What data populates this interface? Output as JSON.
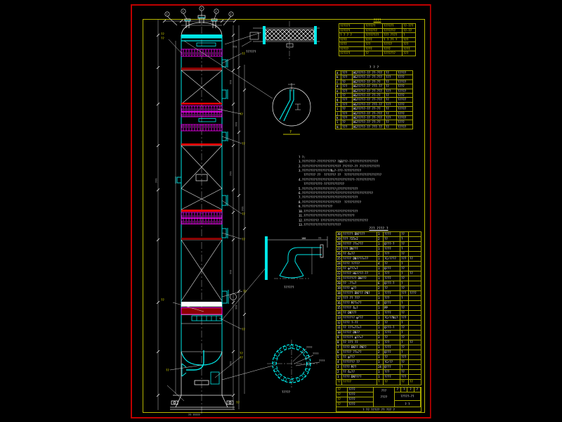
{
  "colors": {
    "bg": "#000000",
    "frame_outer": "#bf0000",
    "frame_inner": "#b5b500",
    "cyan": "#00e8e8",
    "magenta": "#ff00ff",
    "red": "#ff0000",
    "dark_red": "#8b0000",
    "white": "#ffffff",
    "yellow": "#ffff00"
  },
  "marks": {
    "dim": "???",
    "callout": "??",
    "nozzle": "?"
  },
  "spec_table": {
    "title": "????",
    "rows": [
      [
        "??????",
        "??????",
        "??????",
        "??-???"
      ],
      [
        "??????",
        "???????",
        "???????",
        "??-??"
      ],
      [
        "? ? ? ?",
        "????????",
        "??? ????",
        "?"
      ],
      [
        "????",
        "????",
        "? ? ?? ?",
        "???"
      ],
      [
        "????",
        "???",
        "?????",
        "???"
      ],
      [
        "?????",
        "????",
        "????",
        "????"
      ],
      [
        "??????",
        "??",
        "???????",
        "???"
      ]
    ]
  },
  "nozzle_table": {
    "title": "? ? ?",
    "rows": [
      [
        "a",
        "???",
        "HG?????-?? ??-???",
        "??",
        "?????"
      ],
      [
        "b",
        "???",
        "HG?????-?? ??-???",
        "???",
        "????"
      ],
      [
        "c",
        "??",
        "HG?????-?? ??-??",
        "??",
        "?????"
      ],
      [
        "d",
        "???",
        "HG?????-?? ???-??",
        "??",
        "????"
      ],
      [
        "e",
        "???",
        "HG?????-?? ??-???",
        "???",
        "?????"
      ],
      [
        "f",
        "??",
        "HG?????-?? ??-??",
        "??",
        "????"
      ],
      [
        "g",
        "???",
        "HG?????-?? ??-???",
        "??",
        "?????"
      ],
      [
        "h",
        "???",
        "HG?????-?? ???-??",
        "???",
        "????"
      ],
      [
        "i",
        "??",
        "HG?????-?? ??-??",
        "??",
        "?????"
      ],
      [
        "j",
        "???",
        "HG?????-?? ??-???",
        "??",
        "????"
      ],
      [
        "k",
        "???",
        "HG?????-?? ??-???",
        "???",
        "?????"
      ],
      [
        "l",
        "??",
        "HG?????-?? ??-??",
        "??",
        "????"
      ],
      [
        "m",
        "???",
        "HG?????-?? ???-??",
        "??",
        "?????"
      ]
    ]
  },
  "notes": {
    "lines": [
      "? ?:",
      "1.????????-??????????? ?GB???-?????????????????",
      "2.??????????????????????? ??????-?? ????????????",
      "3.?????????????????R=?-???-??????????",
      "   ??????? ??  ??????? ??  ??????????????????????",
      "4.???????????????????????????????-???????????",
      "   ???????????-????????????",
      "5.??????/?????????????|????????????",
      "6.??????????????????????????????????????????",
      "7.?????????????????????????????????",
      "8.???????????????????????  ??????????",
      "9.??????????????????",
      "10.????????????????????????????????",
      "11.??????????????????????/???????",
      "12.????????? ????????????????????????????",
      "13.??????????????????????"
    ]
  },
  "bom": {
    "title": "??? ???? ?",
    "header": [
      "??",
      "?????",
      "?",
      "??",
      "??",
      "??"
    ],
    "rows": [
      [
        "30",
        "?????? DN????",
        "1",
        "????",
        "??",
        ""
      ],
      [
        "29",
        "??? ?25×2",
        "2",
        "??",
        "?",
        ""
      ],
      [
        "28",
        "????? ??×???",
        "1",
        "Q???-?",
        "??",
        ""
      ],
      [
        "27",
        "??? DN???",
        "1",
        "????",
        "?",
        ""
      ],
      [
        "26",
        "?? δ=??",
        "2",
        "???",
        "??",
        ""
      ],
      [
        "25",
        "????? DN????×??",
        "1",
        "?Cr????",
        "???",
        "??"
      ],
      [
        "24",
        "???? ?????",
        "4",
        "??",
        "?",
        ""
      ],
      [
        "23",
        "?? φ???×?",
        "1",
        "Q???",
        "??",
        ""
      ],
      [
        "22",
        "????? HG????-??",
        "1",
        "???",
        "?",
        "??"
      ],
      [
        "21",
        "???????? DN???",
        "1",
        "????",
        "??",
        ""
      ],
      [
        "20",
        "?? -??×?",
        "6",
        "Q???-?",
        "?",
        ""
      ],
      [
        "19",
        "???? φ??",
        "2",
        "??",
        "??",
        ""
      ],
      [
        "18",
        "?????? DN??? PN?",
        "1",
        "????",
        "???",
        "????"
      ],
      [
        "17",
        "??? ?? ???",
        "1",
        "???",
        "?",
        ""
      ],
      [
        "16",
        "???? M??×??",
        "8",
        "Q???",
        "?",
        ""
      ],
      [
        "15",
        "????? δ=?",
        "1",
        "PP",
        "??",
        ""
      ],
      [
        "14",
        "?? DN???",
        "1",
        "????",
        "??",
        ""
      ],
      [
        "13",
        "??????? φ???",
        "1",
        "?Cr??Ni?",
        "???",
        ""
      ],
      [
        "12",
        "???? ?-??",
        "2",
        "??",
        "?",
        ""
      ],
      [
        "11",
        "?? ???×??×?",
        "1",
        "Q???-?",
        "??",
        ""
      ],
      [
        "10",
        "????? DN??",
        "1",
        "????",
        "?",
        ""
      ],
      [
        "9",
        "?????? φ??×?",
        "3",
        "??",
        "??",
        ""
      ],
      [
        "8",
        "?? ??? ??",
        "1",
        "???",
        "?",
        "??"
      ],
      [
        "7",
        "???? DN?? PN??",
        "1",
        "????",
        "??",
        ""
      ],
      [
        "6",
        "????? ??×??",
        "2",
        "Q???",
        "?",
        ""
      ],
      [
        "5",
        "?? φ???",
        "1",
        "??",
        "???",
        ""
      ],
      [
        "4",
        "??????? ??",
        "1",
        "?Cr??",
        "??",
        ""
      ],
      [
        "3",
        "???? M??",
        "24",
        "Q???",
        "?",
        ""
      ],
      [
        "2",
        "?? δ=??",
        "1",
        "???",
        "??",
        ""
      ],
      [
        "1",
        "???? DN????",
        "1",
        "????",
        "???",
        ""
      ]
    ]
  },
  "title_block": {
    "left_rows": [
      {
        "l": "??",
        "v": "????"
      },
      {
        "l": "??",
        "v": "????"
      },
      {
        "l": "??",
        "v": "????"
      },
      {
        "l": "??",
        "v": "????"
      }
    ],
    "center_line1": "???",
    "center_line2": "????",
    "right_top": [
      "?",
      "?",
      "?",
      "?"
    ],
    "dwg_no": "?????-??",
    "stage": "? ?",
    "bottom_strip": "?  ??  ?????  ??  ???  ?"
  },
  "details": {
    "d1_caption": "??????",
    "d1_leader": "???",
    "d2_caption": "?",
    "d3_caption": "??????",
    "d3_dim1": "100",
    "d3_dim2": "??",
    "d4_caption": "?????",
    "d4_l1": "????",
    "d4_l2": "????",
    "d4_l3": "????",
    "bottom_center": "?? ?????"
  }
}
